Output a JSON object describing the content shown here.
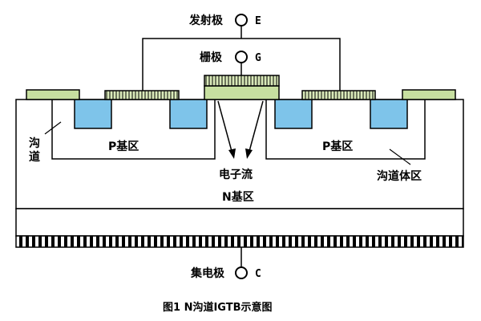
{
  "terminals": {
    "emitter": {
      "label": "发射极",
      "letter": "E"
    },
    "gate": {
      "label": "栅极",
      "letter": "G"
    },
    "collector": {
      "label": "集电极",
      "letter": "C"
    }
  },
  "regions": {
    "p_base_left": "P基区",
    "p_base_right": "P基区",
    "n_base": "N基区",
    "channel_left": "沟\n道",
    "channel_left_line1": "沟",
    "channel_left_line2": "道",
    "channel_body": "沟道体区",
    "electron_flow": "电子流"
  },
  "caption": "图1 N沟道IGTB示意图",
  "colors": {
    "green_contact": "#c7dfa0",
    "blue_nplus": "#7ec4ea",
    "gate_fill": "#d9e9b9",
    "line": "#000000"
  }
}
